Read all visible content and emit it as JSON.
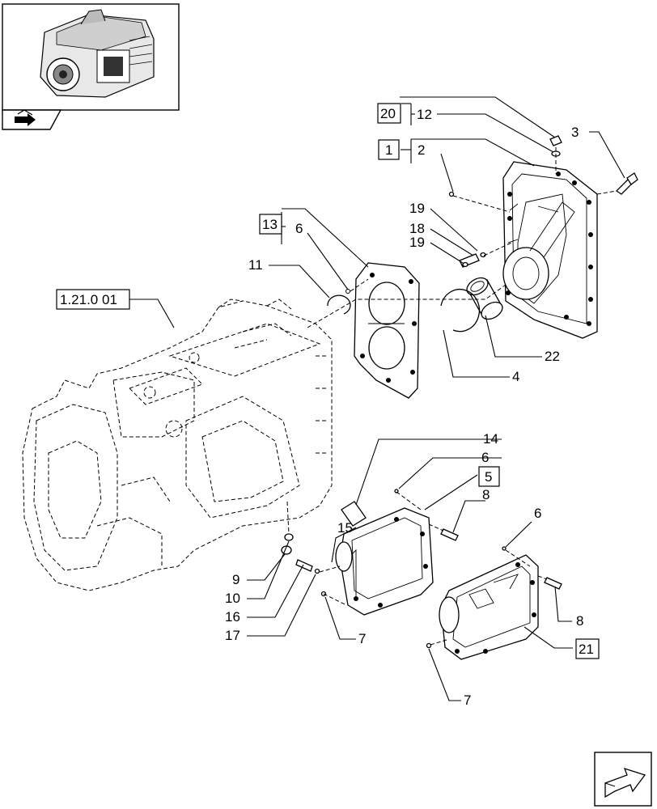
{
  "callouts": {
    "c20": "20",
    "c12": "12",
    "c1": "1",
    "c2": "2",
    "c3": "3",
    "c19a": "19",
    "c18": "18",
    "c19b": "19",
    "c13": "13",
    "c6a": "6",
    "c11": "11",
    "ref": "1.21.0 01",
    "c22": "22",
    "c4": "4",
    "c14": "14",
    "c6b": "6",
    "c5": "5",
    "c8a": "8",
    "c15": "15",
    "c6c": "6",
    "c9": "9",
    "c10": "10",
    "c16": "16",
    "c17": "17",
    "c7a": "7",
    "c8b": "8",
    "c21": "21",
    "c7b": "7"
  },
  "icons": {
    "thumbnail": "transmission-thumbnail-icon",
    "thumbnail_arrow": "arrow-icon",
    "next_page": "next-page-arrow-icon"
  }
}
